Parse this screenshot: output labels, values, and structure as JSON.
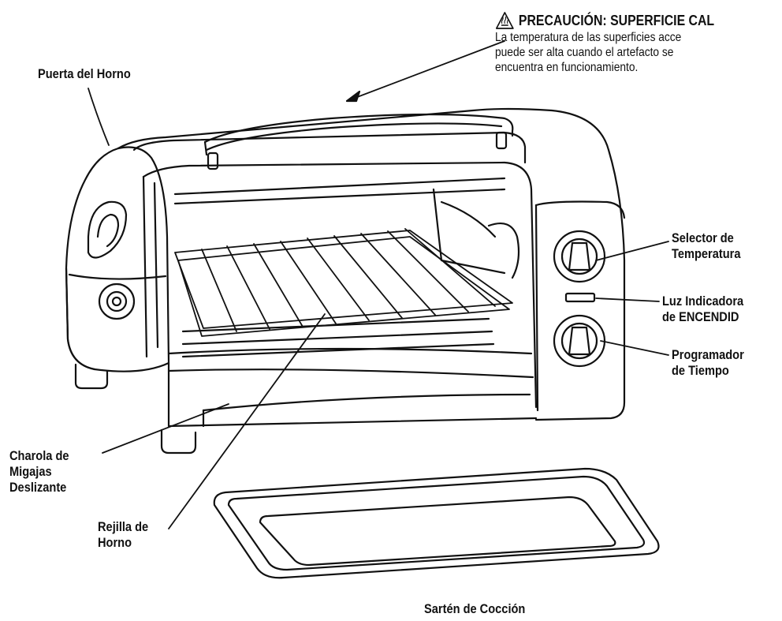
{
  "warning": {
    "title": "PRECAUCIÓN: SUPERFICIE CAL",
    "lines": [
      "La temperatura de las superficies acce",
      "puede ser alta cuando el artefacto se",
      "encuentra en funcionamiento."
    ],
    "icon": "hot-surface-warning-icon"
  },
  "labels": {
    "door": [
      "Puerta del Horno"
    ],
    "temperature": [
      "Selector de",
      "Temperatura"
    ],
    "power_light": [
      "Luz Indicadora",
      "de ENCENDID"
    ],
    "timer": [
      "Programador",
      "de Tiempo"
    ],
    "crumb_tray": [
      "Charola de",
      "Migajas",
      "Deslizante"
    ],
    "rack": [
      "Rejilla de",
      "Horno"
    ],
    "pan": [
      "Sartén de Cocción"
    ]
  }
}
